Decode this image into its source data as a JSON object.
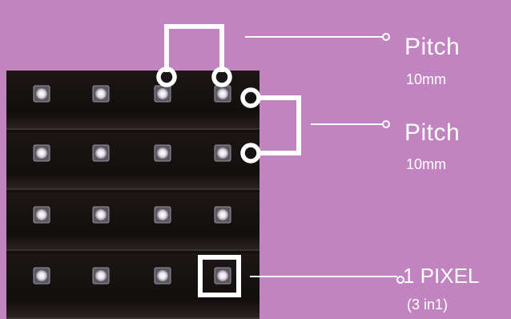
{
  "colors": {
    "background": "#c184c0",
    "panel": "#141010",
    "led_glow": "#e9e6ee",
    "annotation": "#ffffff"
  },
  "labels": {
    "pitch_horizontal": {
      "title": "Pitch",
      "value": "10mm"
    },
    "pitch_vertical": {
      "title": "Pitch",
      "value": "10mm"
    },
    "pixel": {
      "title": "1 PIXEL",
      "subtitle": "(3 in1)"
    }
  },
  "panel": {
    "rows": 4,
    "columns": 4
  }
}
